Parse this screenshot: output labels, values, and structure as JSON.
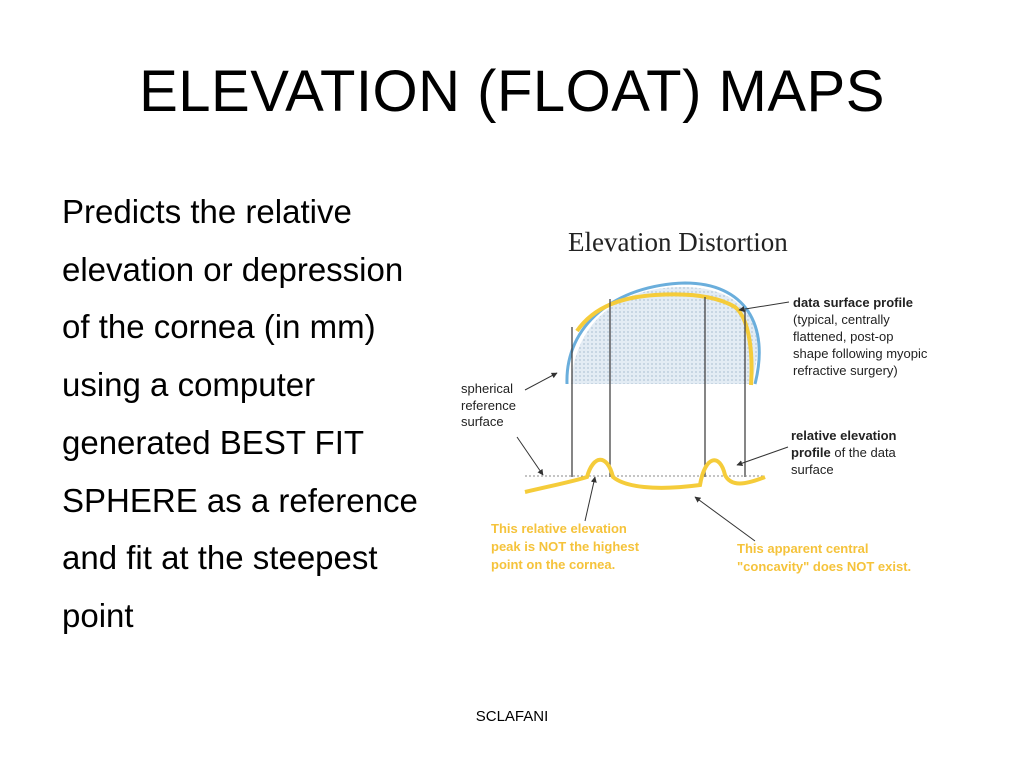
{
  "slide": {
    "title": "ELEVATION (FLOAT) MAPS",
    "body_lines": [
      "Predicts the relative",
      "elevation or depression",
      "of the cornea (in mm)",
      "using a computer",
      "generated BEST FIT",
      "SPHERE as a reference",
      "and fit at the steepest",
      "point"
    ],
    "footer": "SCLAFANI"
  },
  "figure": {
    "title": "Elevation Distortion",
    "labels": {
      "spherical_reference": [
        "spherical",
        "reference",
        "surface"
      ],
      "data_surface": {
        "bold": "data surface profile",
        "lines": [
          "(typical, centrally",
          "flattened, post-op",
          "shape following myopic",
          "refractive surgery)"
        ]
      },
      "relative_elevation": {
        "bold_lines": [
          "relative elevation",
          "profile"
        ],
        "tail": " of the data",
        "last": "surface"
      },
      "peak_note": [
        "This relative elevation",
        "peak is NOT the highest",
        "point on the cornea."
      ],
      "concavity_note": [
        "This apparent central",
        "\"concavity\" does NOT exist."
      ]
    },
    "colors": {
      "reference_sphere": "#6aaedc",
      "data_profile": "#f5cc3a",
      "note_text": "#f5c33b",
      "fill": "#cfdce8",
      "lines": "#333333"
    }
  }
}
